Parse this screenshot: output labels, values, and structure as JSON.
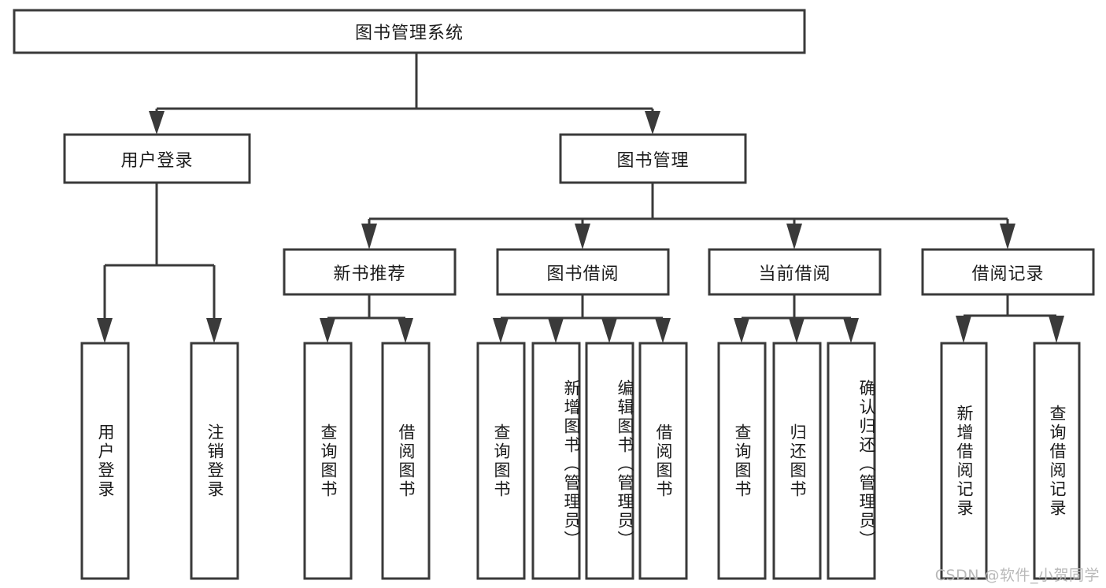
{
  "diagram": {
    "title": "图书管理系统",
    "type": "tree-hierarchy",
    "watermark": "CSDN @软件_小贺同学",
    "root": {
      "id": "root",
      "label": "图书管理系统"
    },
    "level2": [
      {
        "id": "user-login",
        "label": "用户登录"
      },
      {
        "id": "book-management",
        "label": "图书管理"
      }
    ],
    "level3": [
      {
        "id": "new-book-recommend",
        "label": "新书推荐",
        "parent": "book-management"
      },
      {
        "id": "book-borrow",
        "label": "图书借阅",
        "parent": "book-management"
      },
      {
        "id": "current-borrow",
        "label": "当前借阅",
        "parent": "book-management"
      },
      {
        "id": "borrow-record",
        "label": "借阅记录",
        "parent": "book-management"
      }
    ],
    "leaves": [
      {
        "id": "leaf-user-login",
        "label": "用户登录",
        "parent": "user-login"
      },
      {
        "id": "leaf-logout-login",
        "label": "注销登录",
        "parent": "user-login"
      },
      {
        "id": "leaf-query-book-1",
        "label": "查询图书",
        "parent": "new-book-recommend"
      },
      {
        "id": "leaf-borrow-book-1",
        "label": "借阅图书",
        "parent": "new-book-recommend"
      },
      {
        "id": "leaf-query-book-2",
        "label": "查询图书",
        "parent": "book-borrow"
      },
      {
        "id": "leaf-add-book",
        "label": "新增图书（管理员）",
        "parent": "book-borrow"
      },
      {
        "id": "leaf-edit-book",
        "label": "编辑图书（管理员）",
        "parent": "book-borrow"
      },
      {
        "id": "leaf-borrow-book-2",
        "label": "借阅图书",
        "parent": "book-borrow"
      },
      {
        "id": "leaf-query-book-3",
        "label": "查询图书",
        "parent": "current-borrow"
      },
      {
        "id": "leaf-return-book",
        "label": "归还图书",
        "parent": "current-borrow"
      },
      {
        "id": "leaf-confirm-return",
        "label": "确认归还（管理员）",
        "parent": "current-borrow"
      },
      {
        "id": "leaf-add-record",
        "label": "新增借阅记录",
        "parent": "borrow-record"
      },
      {
        "id": "leaf-query-record",
        "label": "查询借阅记录",
        "parent": "borrow-record"
      }
    ],
    "colors": {
      "stroke": "#3a3a3a",
      "fill": "#ffffff",
      "text": "#1b1b1b",
      "watermark": "#b9b9b9"
    }
  }
}
